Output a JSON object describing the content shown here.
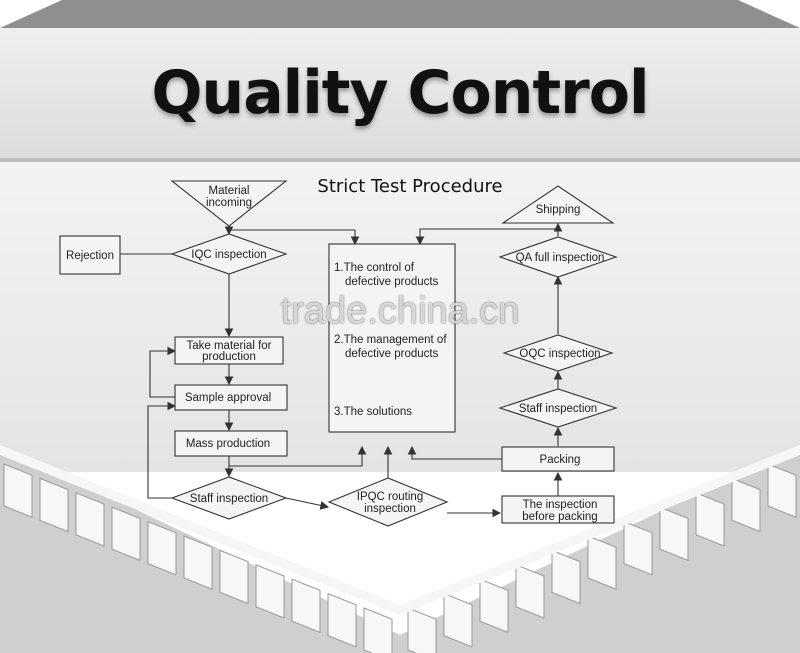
{
  "header": {
    "title": "Quality Control",
    "subtitle": "Strict Test Procedure"
  },
  "watermark": "trade.china.cn",
  "diagram": {
    "nodes": [
      {
        "id": "material_incoming",
        "lines": [
          "Material",
          "incoming"
        ]
      },
      {
        "id": "iqc_inspection",
        "lines": [
          "IQC inspection"
        ]
      },
      {
        "id": "rejection",
        "lines": [
          "Rejection"
        ]
      },
      {
        "id": "take_material",
        "lines": [
          "Take material for",
          "production"
        ]
      },
      {
        "id": "sample_approval",
        "lines": [
          "Sample approval"
        ]
      },
      {
        "id": "mass_production",
        "lines": [
          "Mass production"
        ]
      },
      {
        "id": "staff_inspection_left",
        "lines": [
          "Staff inspection"
        ]
      },
      {
        "id": "ipqc_routing",
        "lines": [
          "IPQC routing",
          "inspection"
        ]
      },
      {
        "id": "inspection_before_packing",
        "lines": [
          "The inspection",
          "before packing"
        ]
      },
      {
        "id": "packing",
        "lines": [
          "Packing"
        ]
      },
      {
        "id": "staff_inspection_right",
        "lines": [
          "Staff inspection"
        ]
      },
      {
        "id": "oqc_inspection",
        "lines": [
          "OQC inspection"
        ]
      },
      {
        "id": "qa_full_inspection",
        "lines": [
          "QA full inspection"
        ]
      },
      {
        "id": "shipping",
        "lines": [
          "Shipping"
        ]
      },
      {
        "id": "central_box",
        "lines": [
          "1.The control of",
          "defective products",
          "2.The management of",
          "defective products",
          "3.The solutions"
        ]
      }
    ]
  }
}
